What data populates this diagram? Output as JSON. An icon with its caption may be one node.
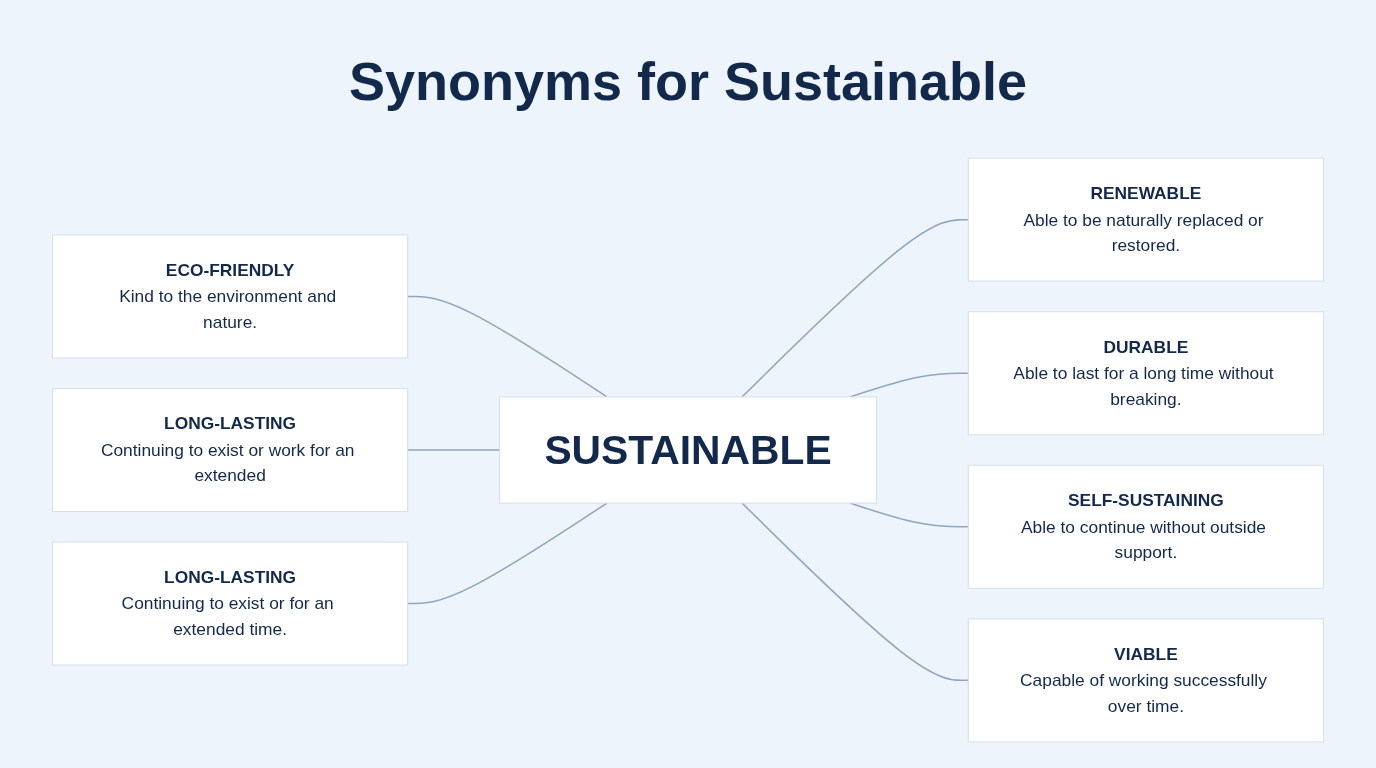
{
  "diagram": {
    "title": "Synonyms for Sustainable",
    "nodes": [
      {
        "text": [
          "ECO-FRIENDLY",
          "Kind to the environment and nature."
        ]
      },
      {
        "text": [
          "RENEWABLE",
          "Able to be naturally replaced or restored."
        ]
      },
      {
        "text": [
          "SUSTAINABLE"
        ]
      },
      {
        "text": [
          "LONG-LASTING",
          "Continuing to exist or work for an extended"
        ]
      },
      {
        "text": [
          "DURABLE",
          "Able to last for a long time without breaking."
        ]
      },
      {
        "text": [
          "LONG-LASTING",
          "Continuing to exist or for an extended time."
        ]
      },
      {
        "text": [
          "SELF-SUSTAINING",
          "Able to continue without outside support."
        ]
      },
      {
        "text": [
          "VIABLE",
          "Capable of working successfully over time."
        ]
      }
    ],
    "edges": [
      {
        "from": 0,
        "to": 2,
        "arrow": "none"
      },
      {
        "from": 2,
        "to": 1,
        "arrow": "none"
      },
      {
        "from": 3,
        "to": 2,
        "arrow": "none"
      },
      {
        "from": 2,
        "to": 4,
        "arrow": "none"
      },
      {
        "from": 5,
        "to": 2,
        "arrow": "none"
      },
      {
        "from": 2,
        "to": 6,
        "arrow": "none"
      },
      {
        "from": 2,
        "to": 7,
        "arrow": "none"
      }
    ]
  }
}
